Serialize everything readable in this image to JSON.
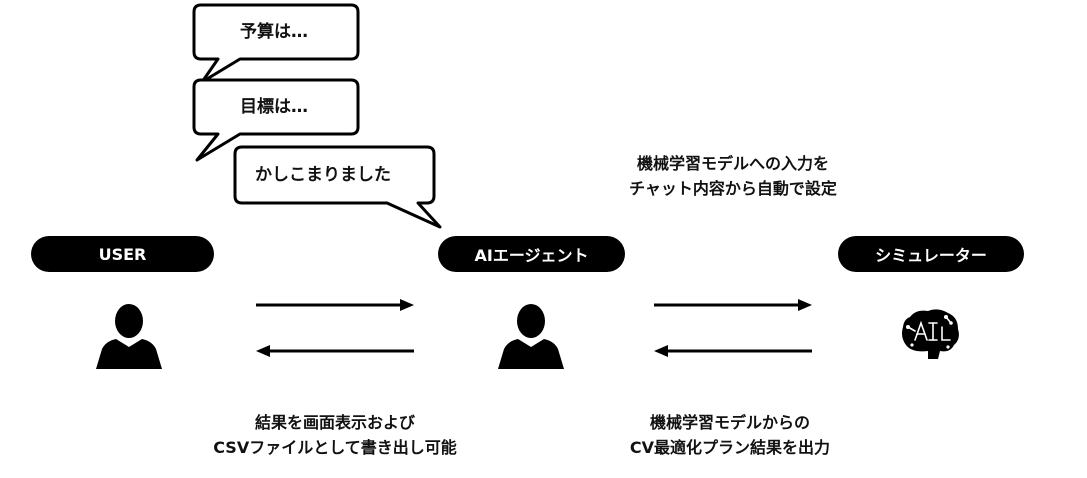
{
  "bubbles": {
    "b1": "予算は…",
    "b2": "目標は…",
    "b3": "かしこまりました"
  },
  "nodes": {
    "user": "USER",
    "agent": "AIエージェント",
    "simulator": "シミュレーター"
  },
  "captions": {
    "top_line1": "機械学習モデルへの入力を",
    "top_line2": "チャット内容から自動で設定",
    "bottom_left_line1": "結果を画面表示および",
    "bottom_left_line2": "CSVファイルとして書き出し可能",
    "bottom_right_line1": "機械学習モデルからの",
    "bottom_right_line2": "CV最適化プラン結果を出力"
  },
  "icons": {
    "user": "person-icon",
    "agent": "person-icon",
    "simulator": "ai-brain-icon"
  },
  "colors": {
    "ink": "#000000",
    "background": "#ffffff"
  }
}
